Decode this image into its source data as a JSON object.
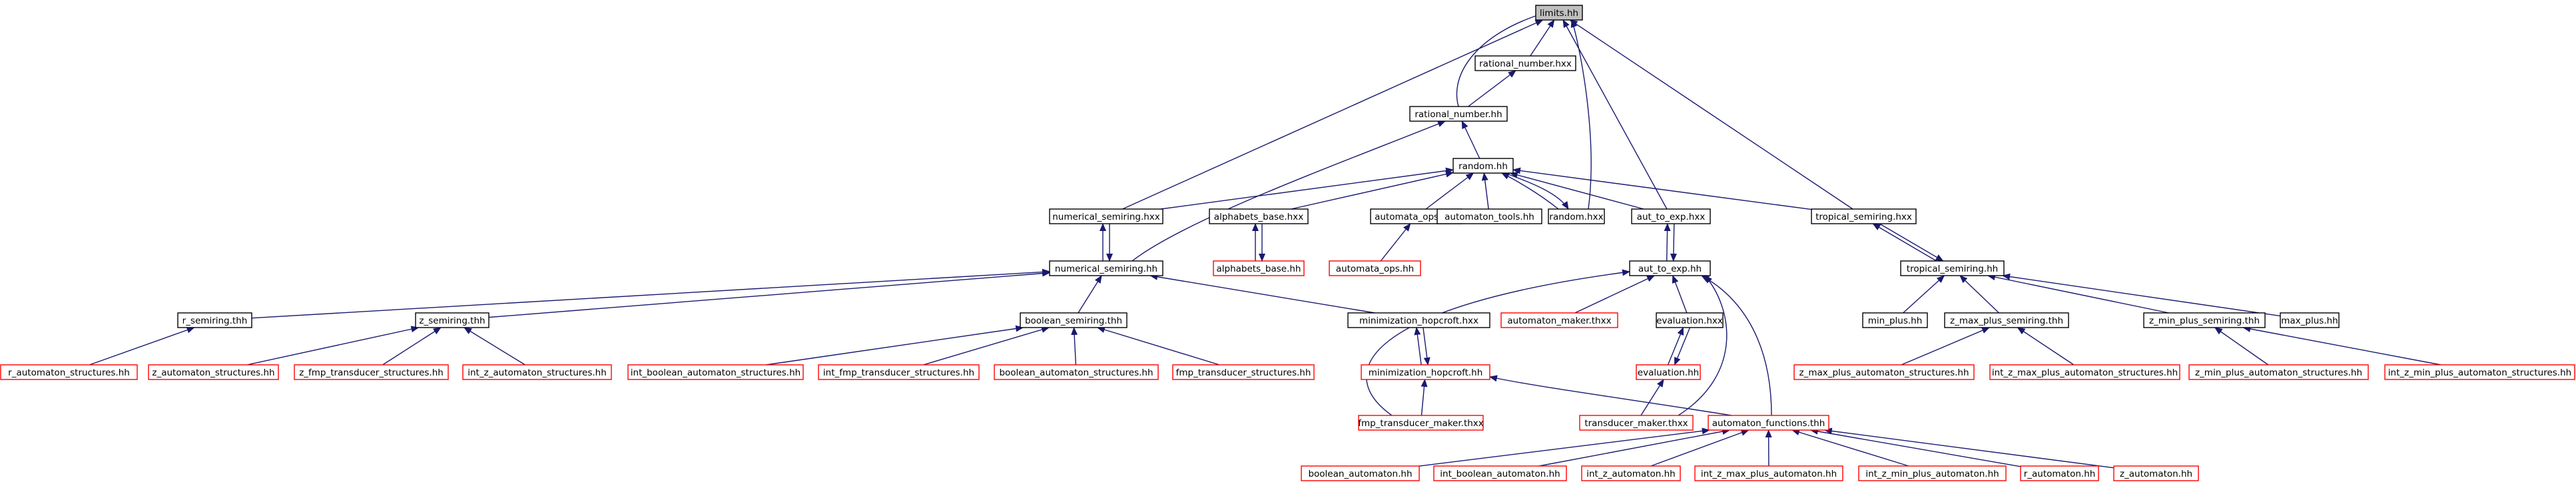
{
  "diagram": {
    "nodes": [
      {
        "id": "limits",
        "label": "limits.hh",
        "style": "root"
      },
      {
        "id": "rational_hxx",
        "label": "rational_number.hxx",
        "style": "black"
      },
      {
        "id": "rational_hh",
        "label": "rational_number.hh",
        "style": "black"
      },
      {
        "id": "random_hh",
        "label": "random.hh",
        "style": "black"
      },
      {
        "id": "numerical_hxx",
        "label": "numerical_semiring.hxx",
        "style": "black"
      },
      {
        "id": "alphabets_hxx",
        "label": "alphabets_base.hxx",
        "style": "black"
      },
      {
        "id": "automata_ops_hxx",
        "label": "automata_ops.hxx",
        "style": "black"
      },
      {
        "id": "automaton_tools",
        "label": "automaton_tools.hh",
        "style": "black"
      },
      {
        "id": "random_hxx",
        "label": "random.hxx",
        "style": "black"
      },
      {
        "id": "aut_to_exp_hxx",
        "label": "aut_to_exp.hxx",
        "style": "black"
      },
      {
        "id": "tropical_hxx",
        "label": "tropical_semiring.hxx",
        "style": "black"
      },
      {
        "id": "numerical_hh",
        "label": "numerical_semiring.hh",
        "style": "black"
      },
      {
        "id": "alphabets_hh",
        "label": "alphabets_base.hh",
        "style": "red"
      },
      {
        "id": "automata_ops_hh",
        "label": "automata_ops.hh",
        "style": "red"
      },
      {
        "id": "aut_to_exp_hh",
        "label": "aut_to_exp.hh",
        "style": "black"
      },
      {
        "id": "tropical_hh",
        "label": "tropical_semiring.hh",
        "style": "black"
      },
      {
        "id": "r_semiring",
        "label": "r_semiring.thh",
        "style": "black"
      },
      {
        "id": "z_semiring",
        "label": "z_semiring.thh",
        "style": "black"
      },
      {
        "id": "boolean_semiring",
        "label": "boolean_semiring.thh",
        "style": "black"
      },
      {
        "id": "min_hop_hxx",
        "label": "minimization_hopcroft.hxx",
        "style": "black"
      },
      {
        "id": "automaton_maker",
        "label": "automaton_maker.thxx",
        "style": "red"
      },
      {
        "id": "evaluation_hxx",
        "label": "evaluation.hxx",
        "style": "black"
      },
      {
        "id": "min_plus",
        "label": "min_plus.hh",
        "style": "black"
      },
      {
        "id": "z_max_plus",
        "label": "z_max_plus_semiring.thh",
        "style": "black"
      },
      {
        "id": "z_min_plus",
        "label": "z_min_plus_semiring.thh",
        "style": "black"
      },
      {
        "id": "max_plus",
        "label": "max_plus.hh",
        "style": "black"
      },
      {
        "id": "r_aut_struct",
        "label": "r_automaton_structures.hh",
        "style": "red"
      },
      {
        "id": "z_aut_struct",
        "label": "z_automaton_structures.hh",
        "style": "red"
      },
      {
        "id": "z_fmp_struct",
        "label": "z_fmp_transducer_structures.hh",
        "style": "red"
      },
      {
        "id": "int_z_aut_struct",
        "label": "int_z_automaton_structures.hh",
        "style": "red"
      },
      {
        "id": "int_bool_aut_struct",
        "label": "int_boolean_automaton_structures.hh",
        "style": "red"
      },
      {
        "id": "int_fmp_struct",
        "label": "int_fmp_transducer_structures.hh",
        "style": "red"
      },
      {
        "id": "bool_aut_struct",
        "label": "boolean_automaton_structures.hh",
        "style": "red"
      },
      {
        "id": "fmp_struct",
        "label": "fmp_transducer_structures.hh",
        "style": "red"
      },
      {
        "id": "min_hop_hh",
        "label": "minimization_hopcroft.hh",
        "style": "red"
      },
      {
        "id": "evaluation_hh",
        "label": "evaluation.hh",
        "style": "red"
      },
      {
        "id": "z_max_plus_struct",
        "label": "z_max_plus_automaton_structures.hh",
        "style": "red"
      },
      {
        "id": "int_z_max_plus_struct",
        "label": "int_z_max_plus_automaton_structures.hh",
        "style": "red"
      },
      {
        "id": "z_min_plus_struct",
        "label": "z_min_plus_automaton_structures.hh",
        "style": "red"
      },
      {
        "id": "int_z_min_plus_struct",
        "label": "int_z_min_plus_automaton_structures.hh",
        "style": "red"
      },
      {
        "id": "fmp_maker",
        "label": "fmp_transducer_maker.thxx",
        "style": "red"
      },
      {
        "id": "transducer_maker",
        "label": "transducer_maker.thxx",
        "style": "red"
      },
      {
        "id": "aut_functions",
        "label": "automaton_functions.thh",
        "style": "red"
      },
      {
        "id": "bool_aut",
        "label": "boolean_automaton.hh",
        "style": "red"
      },
      {
        "id": "int_bool_aut",
        "label": "int_boolean_automaton.hh",
        "style": "red"
      },
      {
        "id": "int_z_aut",
        "label": "int_z_automaton.hh",
        "style": "red"
      },
      {
        "id": "int_z_max_plus_aut",
        "label": "int_z_max_plus_automaton.hh",
        "style": "red"
      },
      {
        "id": "int_z_min_plus_aut",
        "label": "int_z_min_plus_automaton.hh",
        "style": "red"
      },
      {
        "id": "r_aut",
        "label": "r_automaton.hh",
        "style": "red"
      },
      {
        "id": "z_aut",
        "label": "z_automaton.hh",
        "style": "red"
      }
    ],
    "edges": [
      {
        "from": "rational_hxx",
        "to": "limits"
      },
      {
        "from": "rational_hh",
        "to": "limits"
      },
      {
        "from": "numerical_hxx",
        "to": "limits"
      },
      {
        "from": "random_hxx",
        "to": "limits"
      },
      {
        "from": "aut_to_exp_hxx",
        "to": "limits"
      },
      {
        "from": "tropical_hxx",
        "to": "limits"
      },
      {
        "from": "rational_hh",
        "to": "rational_hxx"
      },
      {
        "from": "random_hh",
        "to": "rational_hh"
      },
      {
        "from": "numerical_hh",
        "to": "rational_hh"
      },
      {
        "from": "numerical_hxx",
        "to": "random_hh"
      },
      {
        "from": "alphabets_hxx",
        "to": "random_hh"
      },
      {
        "from": "automata_ops_hxx",
        "to": "random_hh"
      },
      {
        "from": "automaton_tools",
        "to": "random_hh"
      },
      {
        "from": "random_hxx",
        "to": "random_hh"
      },
      {
        "from": "aut_to_exp_hxx",
        "to": "random_hh"
      },
      {
        "from": "tropical_hxx",
        "to": "random_hh"
      },
      {
        "from": "random_hh",
        "to": "random_hxx"
      },
      {
        "from": "numerical_hh",
        "to": "numerical_hxx"
      },
      {
        "from": "numerical_hxx",
        "to": "numerical_hh"
      },
      {
        "from": "alphabets_hh",
        "to": "alphabets_hxx"
      },
      {
        "from": "alphabets_hxx",
        "to": "alphabets_hh"
      },
      {
        "from": "automata_ops_hh",
        "to": "automata_ops_hxx"
      },
      {
        "from": "aut_to_exp_hh",
        "to": "aut_to_exp_hxx"
      },
      {
        "from": "aut_to_exp_hxx",
        "to": "aut_to_exp_hh"
      },
      {
        "from": "tropical_hh",
        "to": "tropical_hxx"
      },
      {
        "from": "tropical_hxx",
        "to": "tropical_hh"
      },
      {
        "from": "r_semiring",
        "to": "numerical_hh"
      },
      {
        "from": "z_semiring",
        "to": "numerical_hh"
      },
      {
        "from": "boolean_semiring",
        "to": "numerical_hh"
      },
      {
        "from": "min_hop_hxx",
        "to": "numerical_hh"
      },
      {
        "from": "automaton_maker",
        "to": "aut_to_exp_hh"
      },
      {
        "from": "evaluation_hxx",
        "to": "aut_to_exp_hh"
      },
      {
        "from": "fmp_maker",
        "to": "aut_to_exp_hh"
      },
      {
        "from": "transducer_maker",
        "to": "aut_to_exp_hh"
      },
      {
        "from": "aut_functions",
        "to": "aut_to_exp_hh"
      },
      {
        "from": "min_plus",
        "to": "tropical_hh"
      },
      {
        "from": "z_max_plus",
        "to": "tropical_hh"
      },
      {
        "from": "z_min_plus",
        "to": "tropical_hh"
      },
      {
        "from": "max_plus",
        "to": "tropical_hh"
      },
      {
        "from": "r_aut_struct",
        "to": "r_semiring"
      },
      {
        "from": "z_aut_struct",
        "to": "z_semiring"
      },
      {
        "from": "z_fmp_struct",
        "to": "z_semiring"
      },
      {
        "from": "int_z_aut_struct",
        "to": "z_semiring"
      },
      {
        "from": "int_bool_aut_struct",
        "to": "boolean_semiring"
      },
      {
        "from": "int_fmp_struct",
        "to": "boolean_semiring"
      },
      {
        "from": "bool_aut_struct",
        "to": "boolean_semiring"
      },
      {
        "from": "fmp_struct",
        "to": "boolean_semiring"
      },
      {
        "from": "min_hop_hh",
        "to": "min_hop_hxx"
      },
      {
        "from": "min_hop_hxx",
        "to": "min_hop_hh"
      },
      {
        "from": "evaluation_hh",
        "to": "evaluation_hxx"
      },
      {
        "from": "evaluation_hxx",
        "to": "evaluation_hh"
      },
      {
        "from": "z_max_plus_struct",
        "to": "z_max_plus"
      },
      {
        "from": "int_z_max_plus_struct",
        "to": "z_max_plus"
      },
      {
        "from": "z_min_plus_struct",
        "to": "z_min_plus"
      },
      {
        "from": "int_z_min_plus_struct",
        "to": "z_min_plus"
      },
      {
        "from": "fmp_maker",
        "to": "min_hop_hh"
      },
      {
        "from": "aut_functions",
        "to": "min_hop_hh"
      },
      {
        "from": "transducer_maker",
        "to": "evaluation_hh"
      },
      {
        "from": "bool_aut",
        "to": "aut_functions"
      },
      {
        "from": "int_bool_aut",
        "to": "aut_functions"
      },
      {
        "from": "int_z_aut",
        "to": "aut_functions"
      },
      {
        "from": "int_z_max_plus_aut",
        "to": "aut_functions"
      },
      {
        "from": "int_z_min_plus_aut",
        "to": "aut_functions"
      },
      {
        "from": "r_aut",
        "to": "aut_functions"
      },
      {
        "from": "z_aut",
        "to": "aut_functions"
      }
    ],
    "colors": {
      "edge": "#191970",
      "node_border": "#000000",
      "node_border_red": "#ff0000",
      "root_fill": "#bfbfbf",
      "background": "#ffffff"
    }
  }
}
